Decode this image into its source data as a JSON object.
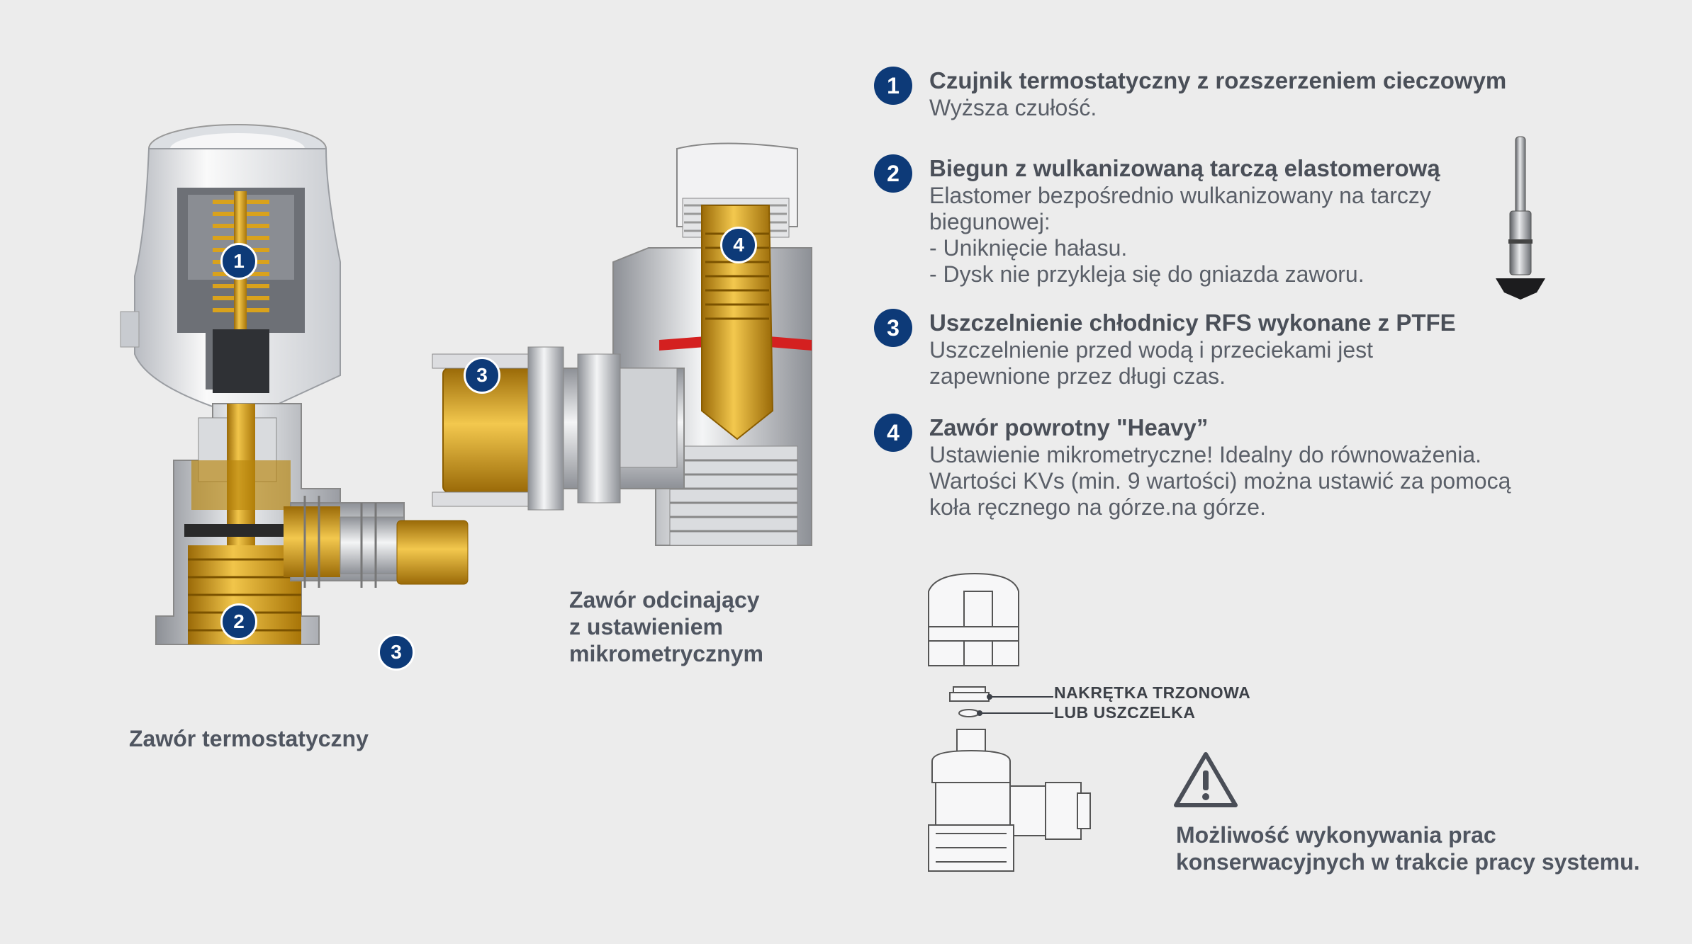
{
  "features": [
    {
      "number": "1",
      "title": "Czujnik termostatyczny z rozszerzeniem cieczowym",
      "lines": [
        "Wyższa czułość."
      ]
    },
    {
      "number": "2",
      "title": "Biegun z wulkanizowaną tarczą elastomerową",
      "lines": [
        "Elastomer bezpośrednio wulkanizowany na tarczy",
        "biegunowej:",
        "- Uniknięcie hałasu.",
        "- Dysk nie przykleja się do gniazda zaworu."
      ]
    },
    {
      "number": "3",
      "title": "Uszczelnienie chłodnicy RFS wykonane z PTFE",
      "lines": [
        "Uszczelnienie przed wodą i przeciekami jest",
        "zapewnione przez długi czas."
      ]
    },
    {
      "number": "4",
      "title": "Zawór powrotny \"Heavy”",
      "lines": [
        "Ustawienie mikrometryczne! Idealny do równoważenia.",
        "Wartości KVs (min. 9 wartości) można ustawić za pomocą",
        "koła ręcznego na górze.na górze."
      ]
    }
  ],
  "captions": {
    "thermostatic": "Zawór termostatyczny",
    "shutoff_lines": [
      "Zawór odcinający",
      "z ustawieniem",
      "mikrometrycznym"
    ]
  },
  "callouts": {
    "left": [
      "1",
      "2",
      "3"
    ],
    "right": [
      "3",
      "4"
    ]
  },
  "exploded_labels": [
    "NAKRĘTKA TRZONOWA",
    "LUB USZCZELKA"
  ],
  "warning": {
    "icon": "warning-triangle-icon",
    "lines": [
      "Możliwość wykonywania prac",
      "konserwacyjnych w trakcie pracy systemu."
    ]
  },
  "colors": {
    "badge": "#0d3a78",
    "brass": "#d9a21c",
    "seal_red": "#d42020",
    "background": "#ececec"
  }
}
